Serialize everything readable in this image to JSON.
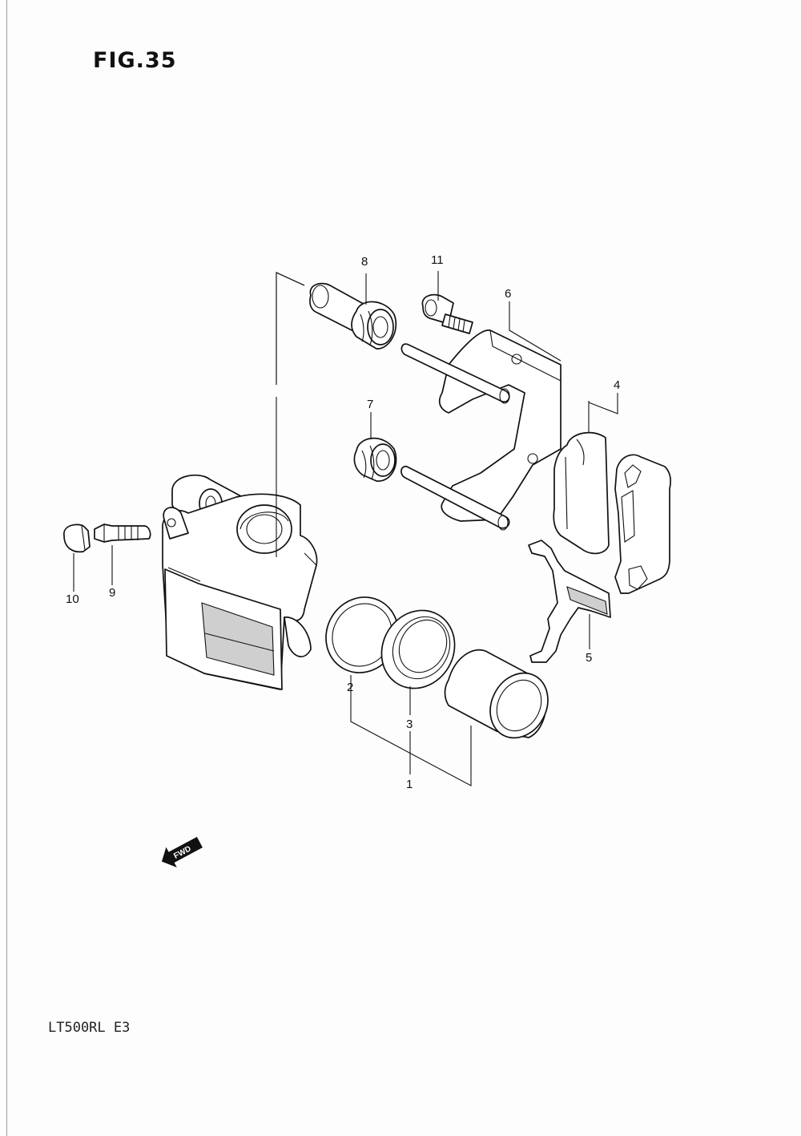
{
  "figure": {
    "title": "FIG.35",
    "model_code": "LT500RL  E3",
    "fwd_label": "FWD"
  },
  "callouts": {
    "c1": "1",
    "c2": "2",
    "c3": "3",
    "c4": "4",
    "c5": "5",
    "c6": "6",
    "c7": "7",
    "c8": "8",
    "c9": "9",
    "c10": "10",
    "c11": "11"
  }
}
